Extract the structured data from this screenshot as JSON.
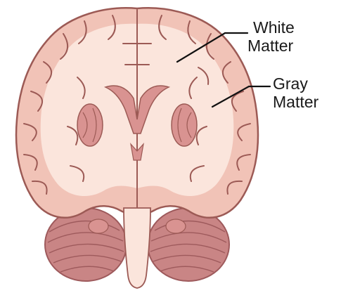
{
  "labels": {
    "white_matter": [
      "White",
      "Matter"
    ],
    "gray_matter": [
      "Gray",
      "Matter"
    ]
  },
  "colors": {
    "gray_matter": "#f1c3b7",
    "white_matter": "#fbe5dc",
    "outline": "#9c5a55",
    "deep_tissue": "#d99391",
    "cerebellum": "#c98585",
    "cerebellum_dark": "#9e5a5c",
    "leader_line": "#111111"
  },
  "icons": [
    "brain-cross-section-illustration"
  ]
}
